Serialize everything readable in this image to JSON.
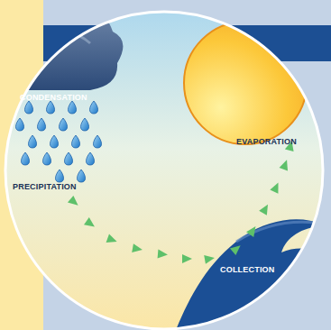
{
  "diagram": {
    "labels": [
      "CONDENSATION",
      "PRECIPITATION",
      "EVAPORATION",
      "COLLECTION"
    ]
  }
}
